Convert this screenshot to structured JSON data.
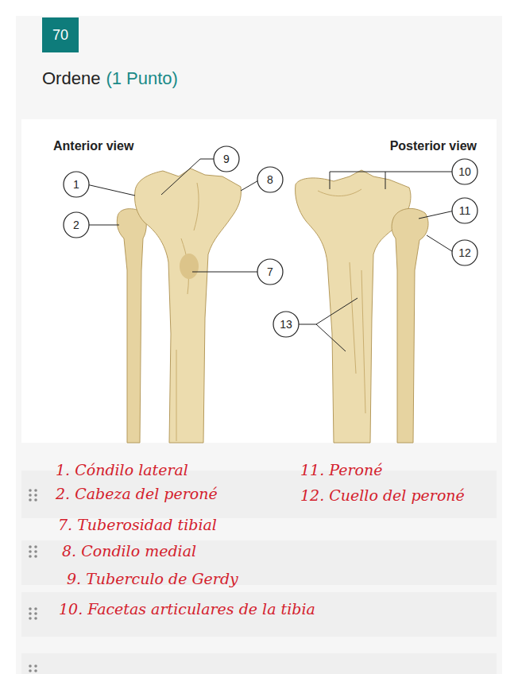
{
  "diagram": {
    "title": "Ordene",
    "nodes": [
      {
        "text": [
          "70"
        ]
      },
      {
        "text": [
          "9"
        ]
      },
      {
        "text": [
          "8"
        ]
      },
      {
        "text": [
          "1"
        ]
      },
      {
        "text": [
          "2"
        ]
      },
      {
        "text": [
          "7"
        ]
      },
      {
        "text": [
          "10"
        ]
      },
      {
        "text": [
          "11"
        ]
      },
      {
        "text": [
          "12"
        ]
      },
      {
        "text": [
          "13"
        ]
      }
    ],
    "labels": [
      "(1 Punto)",
      "Anterior view",
      "Posterior view",
      "1. Cóndilo lateral",
      "2. Cabeza del peroné",
      "7. Tuberosidad tibial",
      "8. Condilo medial",
      "9. Tuberculo de Gerdy",
      "10. Facetas articulares de la tibia",
      "11. Peroné",
      "12. Cuello del peroné"
    ]
  }
}
